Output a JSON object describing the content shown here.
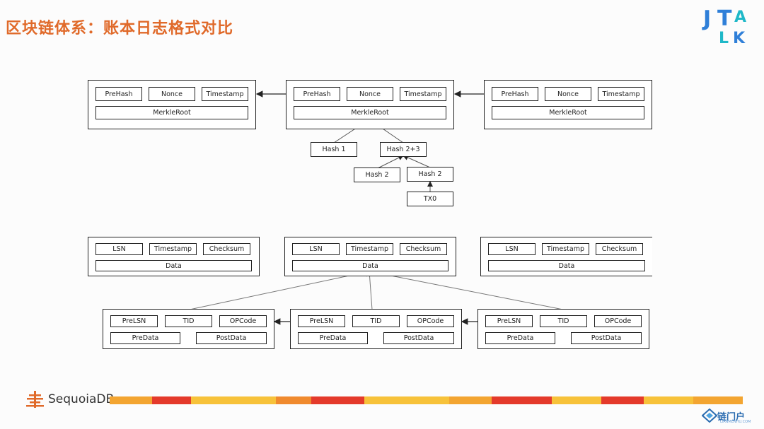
{
  "title": "区块链体系：账本日志格式对比",
  "logo": {
    "letters": [
      "J",
      "T",
      "A",
      "L",
      "K"
    ],
    "colors": {
      "primary": "#2f7fd8",
      "accent": "#1fb8c8"
    }
  },
  "blockchain": {
    "blocks": [
      {
        "fields": [
          "PreHash",
          "Nonce",
          "Timestamp"
        ],
        "root": "MerkleRoot"
      },
      {
        "fields": [
          "PreHash",
          "Nonce",
          "Timestamp"
        ],
        "root": "MerkleRoot"
      },
      {
        "fields": [
          "PreHash",
          "Nonce",
          "Timestamp"
        ],
        "root": "MerkleRoot"
      }
    ],
    "merkle": {
      "hash1": "Hash 1",
      "hash23": "Hash 2+3",
      "hash2a": "Hash 2",
      "hash2b": "Hash 2",
      "tx0": "TX0"
    }
  },
  "database": {
    "logs": [
      {
        "fields": [
          "LSN",
          "Timestamp",
          "Checksum"
        ],
        "data": "Data"
      },
      {
        "fields": [
          "LSN",
          "Timestamp",
          "Checksum"
        ],
        "data": "Data"
      },
      {
        "fields": [
          "LSN",
          "Timestamp",
          "Checksum"
        ],
        "data": "Data"
      }
    ],
    "records": [
      {
        "fields": [
          "PreLSN",
          "TID",
          "OPCode"
        ],
        "pre": "PreData",
        "post": "PostData"
      },
      {
        "fields": [
          "PreLSN",
          "TID",
          "OPCode"
        ],
        "pre": "PreData",
        "post": "PostData"
      },
      {
        "fields": [
          "PreLSN",
          "TID",
          "OPCode"
        ],
        "pre": "PreData",
        "post": "PostData"
      }
    ]
  },
  "footer": {
    "brand": "SequoiaDB",
    "brand_color": "#e06a2a",
    "watermark": "链门户",
    "watermark_sub": "LIANMENHU.COM"
  }
}
